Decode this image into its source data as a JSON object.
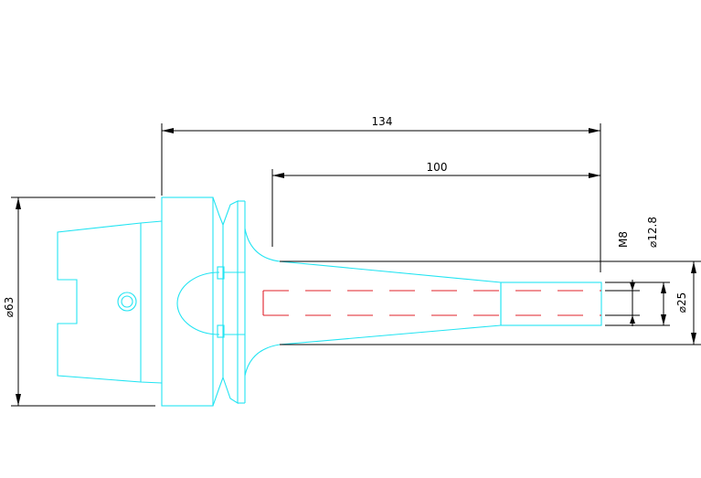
{
  "colors": {
    "background": "#ffffff",
    "part_outline": "#22e4f2",
    "hidden_line": "#e0202a",
    "dimension": "#000000"
  },
  "dimensions": {
    "overall_length": "134",
    "extension_length": "100",
    "flange_diameter": "⌀63",
    "thread": "M8",
    "bore_diameter": "⌀12.8",
    "tip_diameter": "⌀25"
  }
}
